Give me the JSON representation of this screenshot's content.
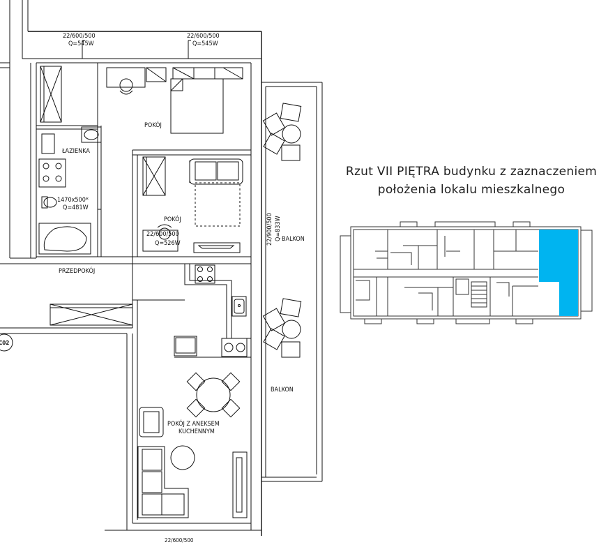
{
  "plan": {
    "radiators": [
      {
        "size": "22/600/500",
        "power": "Q=545W"
      },
      {
        "size": "22/600/500",
        "power": "Q=545W"
      },
      {
        "size": "22/900/500",
        "power": "Q=833W"
      },
      {
        "size": "22/600/500",
        "power": "Q=526W"
      }
    ],
    "bath_radiator": {
      "size": "1470x500*",
      "power": "Q=481W"
    },
    "rooms": {
      "pokoj_top": "POKÓJ",
      "lazienka": "ŁAZIENKA",
      "pokoj_mid": "POKÓJ",
      "przedpokoj": "PRZEDPOKÓJ",
      "balkon_top": "BALKON",
      "balkon_bottom": "BALKON",
      "pokoj_aneks_line1": "POKÓJ Z ANEKSEM",
      "pokoj_aneks_line2": "KUCHENNYM"
    },
    "axis_marker": "C02",
    "bottom_cut_label": "22/600/500"
  },
  "key_plan": {
    "title_line1": "Rzut VII PIĘTRA budynku z zaznaczeniem",
    "title_line2": "położenia lokalu mieszkalnego",
    "highlight_color": "#00b4f0"
  }
}
